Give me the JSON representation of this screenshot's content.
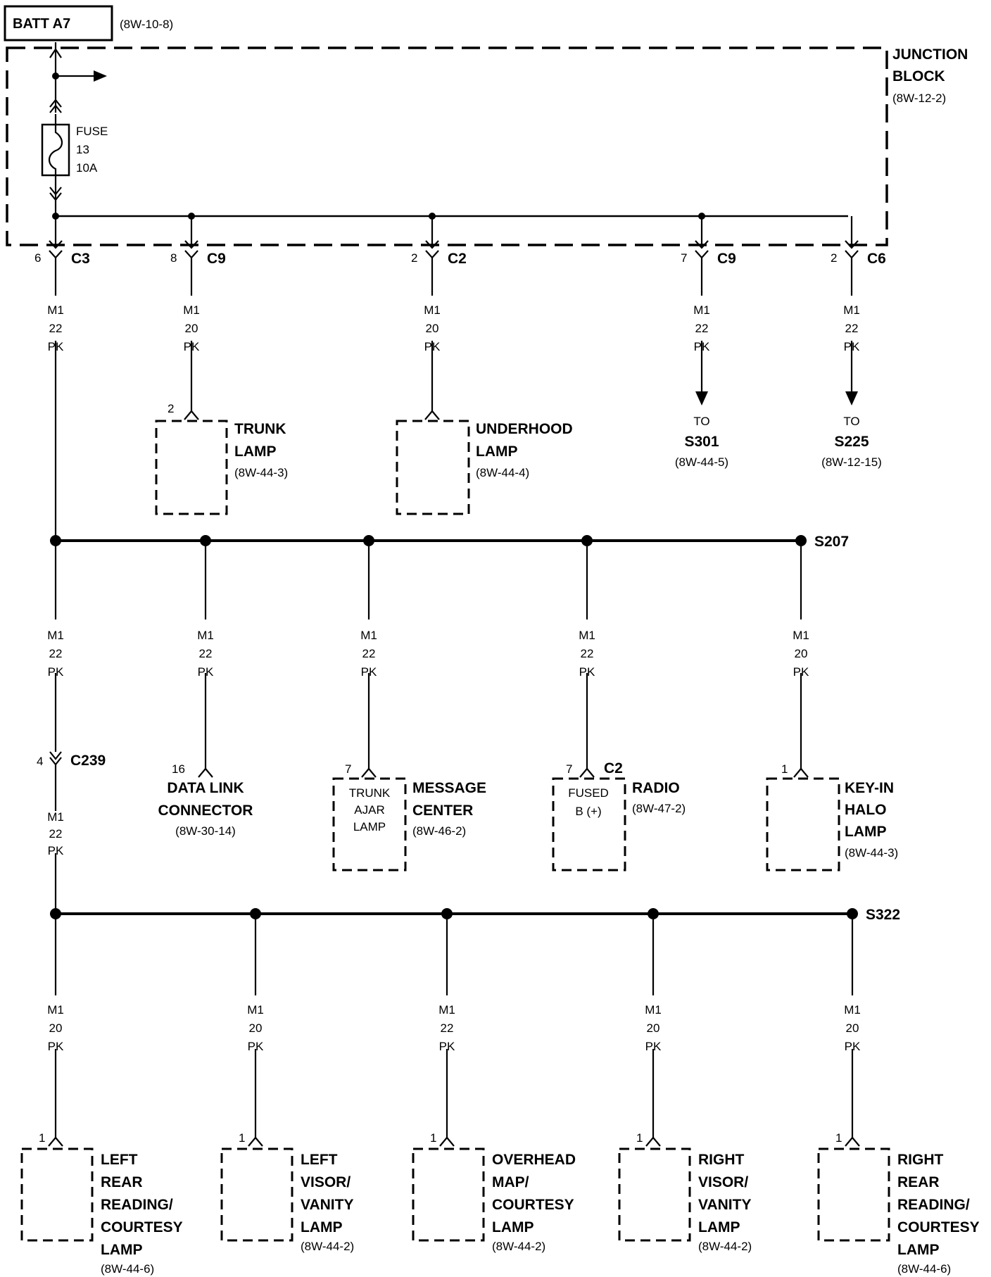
{
  "battery": {
    "label": "BATT A7",
    "ref": "(8W-10-8)"
  },
  "junction_block": {
    "line1": "JUNCTION",
    "line2": "BLOCK",
    "ref": "(8W-12-2)"
  },
  "fuse": {
    "line1": "FUSE",
    "line2": "13",
    "line3": "10A"
  },
  "top_connectors": [
    {
      "pin": "6",
      "name": "C3",
      "wire": [
        "M1",
        "22",
        "PK"
      ]
    },
    {
      "pin": "8",
      "name": "C9",
      "wire": [
        "M1",
        "20",
        "PK"
      ]
    },
    {
      "pin": "2",
      "name": "C2",
      "wire": [
        "M1",
        "20",
        "PK"
      ]
    },
    {
      "pin": "7",
      "name": "C9",
      "wire": [
        "M1",
        "22",
        "PK"
      ]
    },
    {
      "pin": "2",
      "name": "C6",
      "wire": [
        "M1",
        "22",
        "PK"
      ]
    }
  ],
  "trunk_lamp": {
    "pin": "2",
    "line1": "TRUNK",
    "line2": "LAMP",
    "ref": "(8W-44-3)"
  },
  "underhood_lamp": {
    "pin": "",
    "line1": "UNDERHOOD",
    "line2": "LAMP",
    "ref": "(8W-44-4)"
  },
  "to_s301": {
    "to": "TO",
    "name": "S301",
    "ref": "(8W-44-5)"
  },
  "to_s225": {
    "to": "TO",
    "name": "S225",
    "ref": "(8W-12-15)"
  },
  "splice_s207": "S207",
  "splice_s322": "S322",
  "c239": {
    "pin": "4",
    "name": "C239"
  },
  "mid_wires": [
    [
      "M1",
      "22",
      "PK"
    ],
    [
      "M1",
      "22",
      "PK"
    ],
    [
      "M1",
      "22",
      "PK"
    ],
    [
      "M1",
      "22",
      "PK"
    ],
    [
      "M1",
      "20",
      "PK"
    ]
  ],
  "after_c239_wire": [
    "M1",
    "22",
    "PK"
  ],
  "data_link": {
    "pin": "16",
    "line1": "DATA LINK",
    "line2": "CONNECTOR",
    "ref": "(8W-30-14)"
  },
  "message_center": {
    "pin": "7",
    "inner1": "TRUNK",
    "inner2": "AJAR",
    "inner3": "LAMP",
    "line1": "MESSAGE",
    "line2": "CENTER",
    "ref": "(8W-46-2)"
  },
  "radio": {
    "pin": "7",
    "conn": "C2",
    "inner1": "FUSED",
    "inner2": "B (+)",
    "line1": "RADIO",
    "ref": "(8W-47-2)"
  },
  "key_in": {
    "pin": "1",
    "line1": "KEY-IN",
    "line2": "HALO",
    "line3": "LAMP",
    "ref": "(8W-44-3)"
  },
  "bottom_wires": [
    [
      "M1",
      "20",
      "PK"
    ],
    [
      "M1",
      "20",
      "PK"
    ],
    [
      "M1",
      "22",
      "PK"
    ],
    [
      "M1",
      "20",
      "PK"
    ],
    [
      "M1",
      "20",
      "PK"
    ]
  ],
  "bottom_lamps": [
    {
      "pin": "1",
      "lines": [
        "LEFT",
        "REAR",
        "READING/",
        "COURTESY",
        "LAMP"
      ],
      "ref": "(8W-44-6)"
    },
    {
      "pin": "1",
      "lines": [
        "LEFT",
        "VISOR/",
        "VANITY",
        "LAMP"
      ],
      "ref": "(8W-44-2)"
    },
    {
      "pin": "1",
      "lines": [
        "OVERHEAD",
        "MAP/",
        "COURTESY",
        "LAMP"
      ],
      "ref": "(8W-44-2)"
    },
    {
      "pin": "1",
      "lines": [
        "RIGHT",
        "VISOR/",
        "VANITY",
        "LAMP"
      ],
      "ref": "(8W-44-2)"
    },
    {
      "pin": "1",
      "lines": [
        "RIGHT",
        "REAR",
        "READING/",
        "COURTESY",
        "LAMP"
      ],
      "ref": "(8W-44-6)"
    }
  ]
}
